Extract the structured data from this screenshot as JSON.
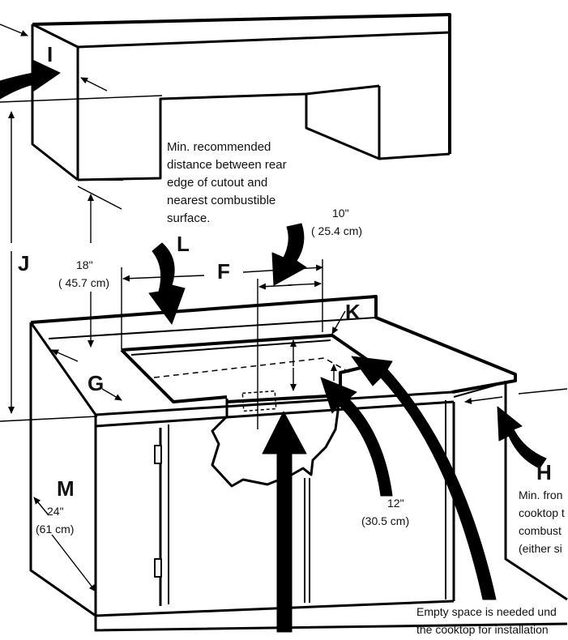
{
  "letters": {
    "I": "I",
    "J": "J",
    "L": "L",
    "F": "F",
    "K": "K",
    "G": "G",
    "H": "H",
    "M": "M"
  },
  "notes": {
    "rear_line1": "Min. recommended",
    "rear_line2": "distance between rear",
    "rear_line3": "edge of cutout and",
    "rear_line4": "nearest combustible",
    "rear_line5": "surface.",
    "side_line1": "Min. fron",
    "side_line2": "cooktop t",
    "side_line3": "combust",
    "side_line4": "(either si",
    "below_line1": "Empty space is needed und",
    "below_line2": "the cooktop for installation"
  },
  "dimensions": {
    "ten_in": "10\"",
    "ten_cm": "( 25.4 cm)",
    "eighteen_in": "18\"",
    "eighteen_cm": "( 45.7 cm)",
    "twelve_in": "12\"",
    "twelve_cm": "(30.5 cm)",
    "twentyfour_in": "24\"",
    "twentyfour_cm": "(61 cm)"
  }
}
